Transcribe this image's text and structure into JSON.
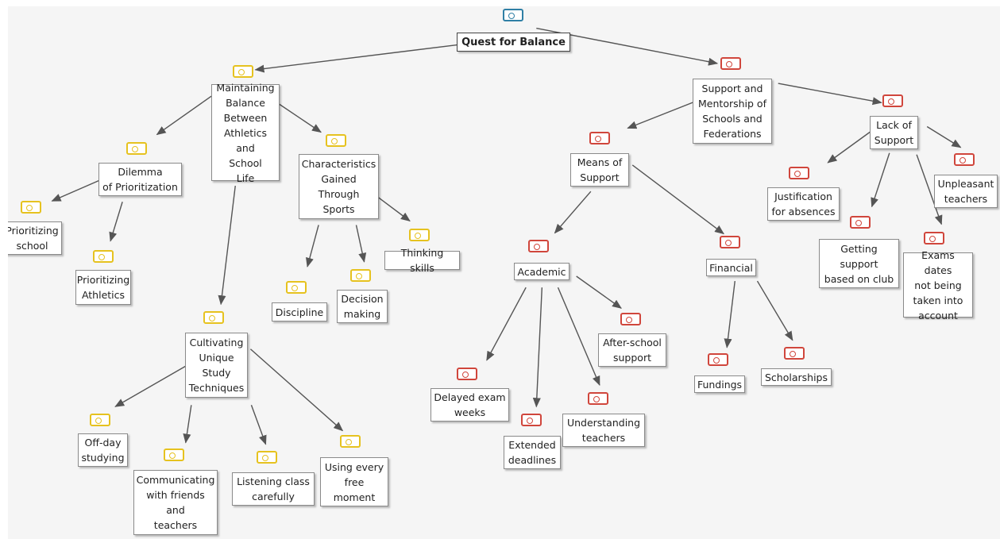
{
  "colors": {
    "root": "#2f7fa5",
    "balance_branch": "#e6c21f",
    "support_branch": "#d0463c",
    "connector": "#555555"
  },
  "nodes": {
    "root": "Quest for Balance",
    "maintaining": "Maintaining\nBalance\nBetween\nAthletics and\nSchool\nLife",
    "dilemma": "Dilemma\nof Prioritization",
    "prioritizing_school": "Prioritizing\nschool",
    "prioritizing_athletics": "Prioritizing\nAthletics",
    "characteristics": "Characteristics\nGained\nThrough\nSports",
    "discipline": "Discipline",
    "decision_making": "Decision\nmaking",
    "thinking_skills": "Thinking skills",
    "cultivating": "Cultivating\nUnique\nStudy\nTechniques",
    "off_day": "Off-day\nstudying",
    "communicating": "Communicating\nwith friends\nand\nteachers",
    "listening": "Listening class\ncarefully",
    "free_moment": "Using every\nfree\nmoment",
    "support": "Support and\nMentorship of\nSchools and\nFederations",
    "means": "Means of\nSupport",
    "academic": "Academic",
    "delayed_exam": "Delayed exam\nweeks",
    "extended": "Extended\ndeadlines",
    "understanding": "Understanding\nteachers",
    "after_school": "After-school\nsupport",
    "financial": "Financial",
    "fundings": "Fundings",
    "scholarships": "Scholarships",
    "lack": "Lack of\nSupport",
    "justification": "Justification\nfor absences",
    "getting_support": "Getting\nsupport\nbased on club",
    "exams_dates": "Exams dates\nnot being\ntaken into\naccount",
    "unpleasant": "Unpleasant\nteachers"
  }
}
